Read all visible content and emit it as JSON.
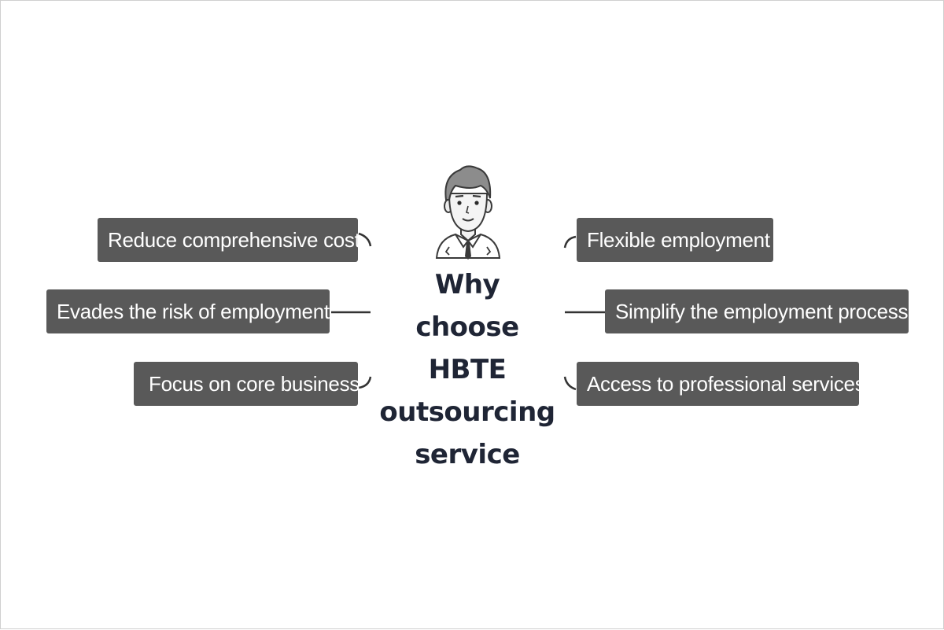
{
  "diagram": {
    "center": {
      "lines": [
        "Why",
        "choose",
        "HBTE",
        "outsourcing",
        "service"
      ],
      "icon": "businessman-icon"
    },
    "left_items": [
      {
        "label": "Reduce comprehensive cost"
      },
      {
        "label": "Evades the risk of employment"
      },
      {
        "label": "Focus on core business"
      }
    ],
    "right_items": [
      {
        "label": "Flexible employment"
      },
      {
        "label": "Simplify the employment process"
      },
      {
        "label": "Access to professional services"
      }
    ],
    "colors": {
      "box_fill": "#595959",
      "box_text": "#ffffff",
      "title_text": "#1f2535",
      "connector": "#333333"
    }
  }
}
